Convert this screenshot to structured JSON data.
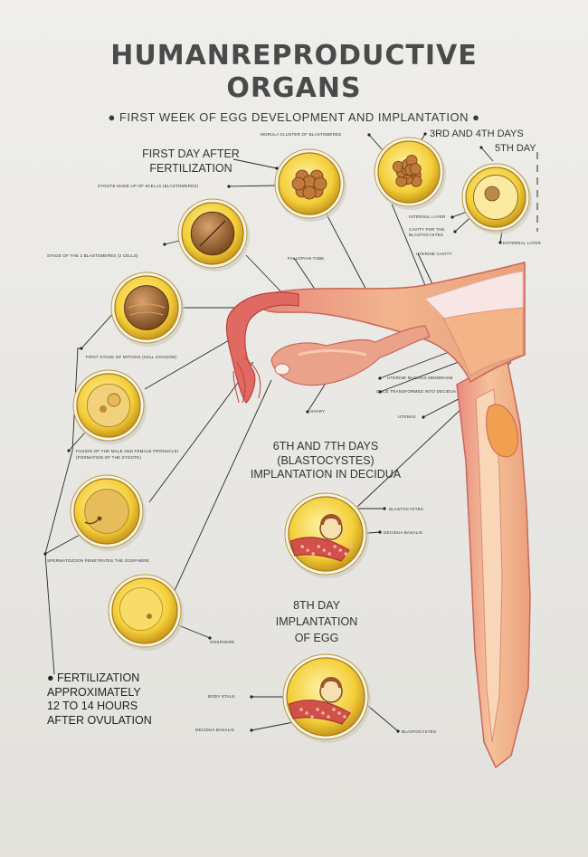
{
  "title_line1": "HUMANREPRODUCTIVE",
  "title_line2": "ORGANS",
  "subtitle": "● FIRST WEEK OF EGG DEVELOPMENT AND IMPLANTATION ●",
  "headings": {
    "first_day": "FIRST DAY AFTER\nFERTILIZATION",
    "third_fourth": "3RD AND 4TH DAYS",
    "fifth": "5TH DAY",
    "sixth_seventh": "6TH AND 7TH DAYS\n(BLASTOCYSTES)\nIMPLANTATION IN DECIDUA",
    "eighth": "8TH DAY\nIMPLANTATION\nOF EGG",
    "fertilization_note": "● FERTILIZATION\nAPPROXIMATELY\n12 TO 14 HOURS\nAFTER OVULATION"
  },
  "labels": {
    "morula": "MORULA CLUSTER OF BLASTOMERES",
    "zygote_8": "ZYGOTE MADE UP OF 8CELLS (BLASTOMERES)",
    "internal_layer": "INTERNAL LAYER",
    "cavity": "CAVITY FOR THE BLASTOCYSTES",
    "external_layer": "EXTERNAL LAYER",
    "stage_2": "STAGE OF THE 2 BLASTOMERES (2 CELLS)",
    "fallopian": "FALLOPIAN TUBE",
    "uterine_cavity": "UTERINE CAVITY",
    "first_mitosis": "FIRST STAGE OF MITOSIS (CELL DIVISION)",
    "mucous": "UTERINE MUCOUS MEMBRANE",
    "transformed": "ONCE TRANSFORMED INTO DECIDUA",
    "ovary": "OVARY",
    "uterus": "UTERUS",
    "fusion": "FUSION OF THE MALE AND FEMALE PRONUCLEI (FORMATION OF THE ZYGOTE)",
    "blastocystes_6": "BLASTOCYSTES",
    "decidua_6": "DECIDUA BASALIS",
    "spermatozoon": "SPERMATOZOON PENETRATES THE OOSPHERE",
    "oosphere": "OOSPHERE",
    "body_stalk": "BODY STALK",
    "decidua_8": "DECIDUA BASALIS",
    "blastocystes_8": "BLASTOCYSTES"
  }
}
